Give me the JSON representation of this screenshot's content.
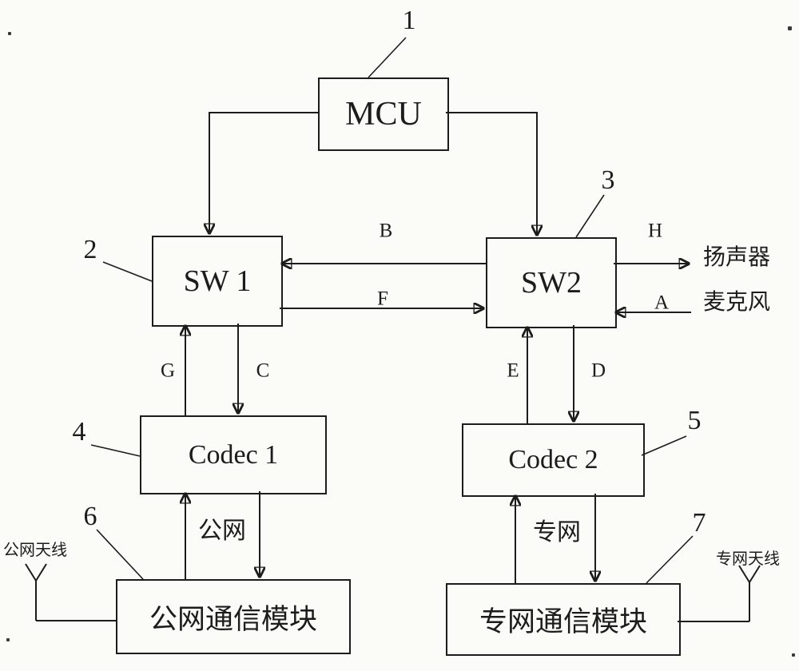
{
  "figure": {
    "background": "#fbfbf8",
    "line_color": "#1c1c1c"
  },
  "boxes": {
    "mcu": "MCU",
    "sw1": "SW 1",
    "sw2": "SW2",
    "codec1": "Codec 1",
    "codec2": "Codec 2",
    "public_module": "公网通信模块",
    "private_module": "专网通信模块"
  },
  "callouts": {
    "c1": "1",
    "c2": "2",
    "c3": "3",
    "c4": "4",
    "c5": "5",
    "c6": "6",
    "c7": "7"
  },
  "signal_labels": {
    "a": "A",
    "b": "B",
    "c": "C",
    "d": "D",
    "e": "E",
    "f": "F",
    "g": "G",
    "h": "H"
  },
  "link_labels": {
    "public_net": "公网",
    "private_net": "专网"
  },
  "peripherals": {
    "speaker": "扬声器",
    "microphone": "麦克风",
    "public_antenna": "公网天线",
    "private_antenna": "专网天线"
  }
}
